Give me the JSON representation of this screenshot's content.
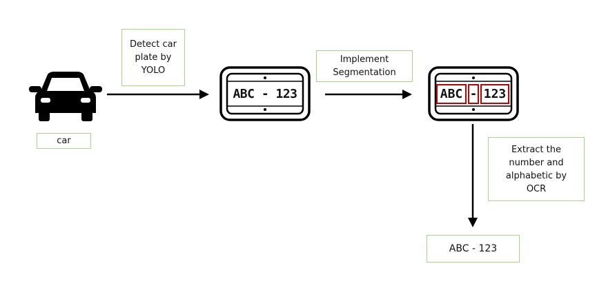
{
  "steps": {
    "car_label": "car",
    "detect_label": "Detect car\nplate by\nYOLO",
    "segment_label": "Implement\nSegmentation",
    "ocr_label": "Extract the\nnumber and\nalphabetic by\nOCR",
    "result_label": "ABC - 123"
  },
  "plates": {
    "plate1_text": "ABC - 123",
    "plate2_seg1": "ABC",
    "plate2_seg2": "-",
    "plate2_seg3": "123"
  },
  "colors": {
    "box_border": "#a9d58b",
    "segment_box": "#c00000",
    "ink": "#111111"
  },
  "icons": [
    "car-icon",
    "license-plate-icon",
    "segmented-plate-icon"
  ]
}
